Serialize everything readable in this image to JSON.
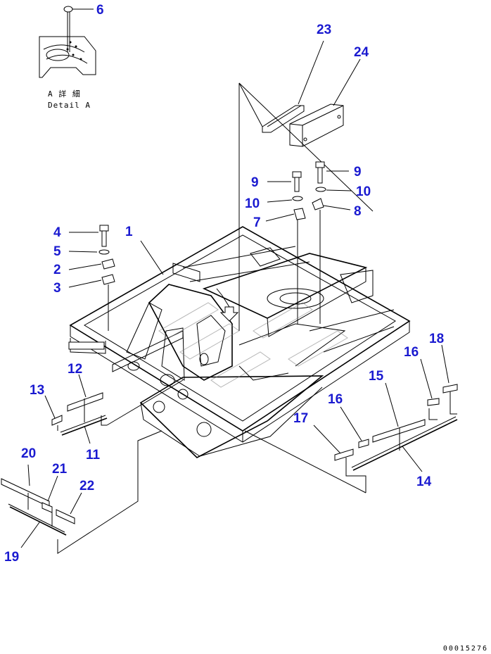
{
  "detail": {
    "label_jp": "A 詳 細",
    "label_en": "Detail A"
  },
  "callouts": {
    "c1": "1",
    "c2": "2",
    "c3": "3",
    "c4": "4",
    "c5": "5",
    "c6": "6",
    "c7": "7",
    "c8": "8",
    "c9a": "9",
    "c9b": "9",
    "c10a": "10",
    "c10b": "10",
    "c11": "11",
    "c12": "12",
    "c13": "13",
    "c14": "14",
    "c15": "15",
    "c16a": "16",
    "c16b": "16",
    "c17": "17",
    "c18": "18",
    "c19": "19",
    "c20": "20",
    "c21": "21",
    "c22": "22",
    "c23": "23",
    "c24": "24"
  },
  "document_number": "00015276",
  "colors": {
    "callout": "#1a1ad0",
    "line": "#000000"
  }
}
